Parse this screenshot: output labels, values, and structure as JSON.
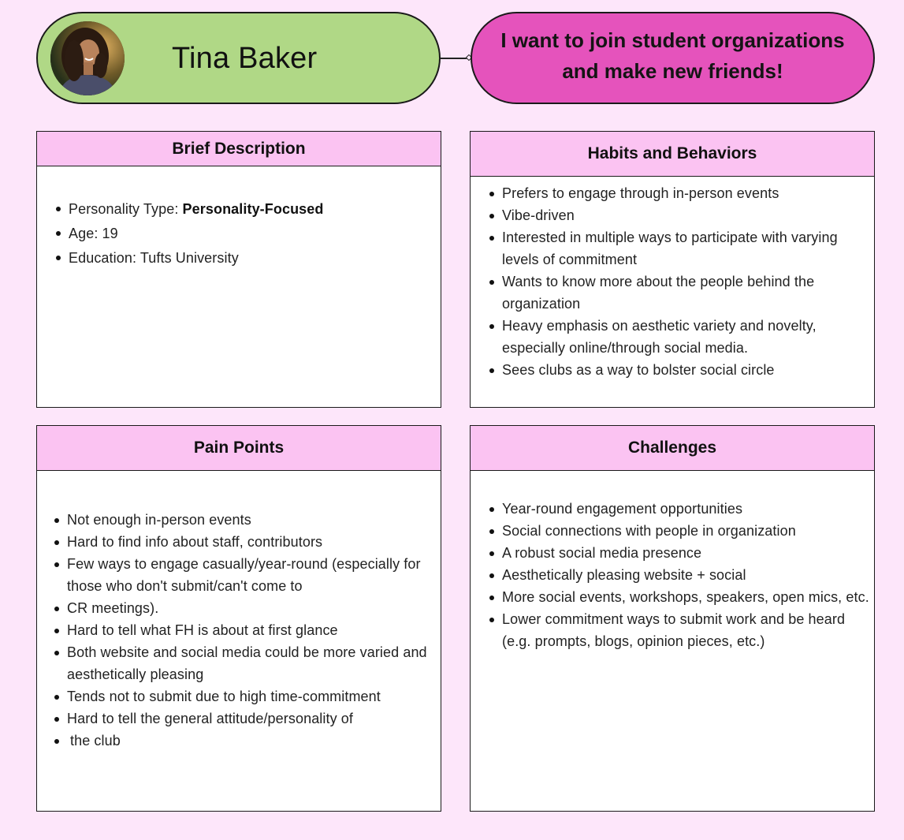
{
  "persona": {
    "name": "Tina Baker",
    "avatar_icon": "person-portrait-icon"
  },
  "goal": {
    "text": "I want to join student organizations and make new friends!"
  },
  "brief_description": {
    "title": "Brief Description",
    "items": [
      {
        "label": "Personality Type: ",
        "value": "Personality-Focused"
      },
      {
        "label": "Age: 19"
      },
      {
        "label": "Education: Tufts University"
      }
    ]
  },
  "habits": {
    "title": "Habits and Behaviors",
    "items": [
      "Prefers to engage through in-person events",
      "Vibe-driven",
      "Interested in multiple ways to participate with varying levels of commitment",
      "Wants to know more about the people behind the organization",
      "Heavy emphasis on aesthetic variety and novelty, especially online/through social media.",
      "Sees clubs as a way to bolster social circle"
    ]
  },
  "pain_points": {
    "title": "Pain Points",
    "items": [
      "Not enough in-person events",
      "Hard to find info about staff, contributors",
      "Few ways to engage casually/year-round (especially for those who don't submit/can't come to",
      "CR meetings).",
      "Hard to tell what FH is about at first glance",
      "Both website and social media could be more varied and aesthetically pleasing",
      "Tends not to submit due to high time-commitment",
      "Hard to tell the general attitude/personality of",
      "the club"
    ]
  },
  "challenges": {
    "title": "Challenges",
    "items": [
      "Year-round engagement opportunities",
      "Social connections with people in organization",
      "A robust social media presence",
      "Aesthetically pleasing website + social",
      "More social events, workshops, speakers, open mics, etc.",
      "Lower commitment ways to submit work and be heard (e.g. prompts, blogs, opinion pieces, etc.)"
    ]
  }
}
